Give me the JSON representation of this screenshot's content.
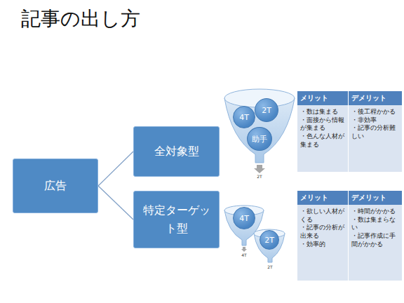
{
  "diagram": {
    "title": "記事の出し方",
    "nodes": [
      {
        "text": [
          "広告"
        ]
      },
      {
        "text": [
          "全対象型"
        ]
      },
      {
        "text": [
          "4T"
        ]
      },
      {
        "text": [
          "2T"
        ]
      },
      {
        "text": [
          "助手"
        ]
      },
      {
        "text": [
          "特定ターゲット型"
        ]
      },
      {
        "text": [
          "4T"
        ]
      },
      {
        "text": [
          "2T"
        ]
      }
    ],
    "edges": [
      {
        "from": 0,
        "to": 1,
        "arrow": "none"
      },
      {
        "from": 0,
        "to": 5,
        "arrow": "none"
      }
    ],
    "labels": [
      "2T",
      "4T",
      "2T",
      "メリット",
      "デメリット",
      "・数は集まる",
      "・面接から情報が集まる",
      "・色んな人材が集まる",
      "・後工程かかる",
      "・非効率",
      "・記事の分析難しい",
      "メリット",
      "デメリット",
      "・欲しい人材がくる",
      "・記事の分析が出来る",
      "・効率的",
      "・時間がかかる",
      "・数は集まらない",
      "・記事作成に手間がかかる"
    ]
  }
}
